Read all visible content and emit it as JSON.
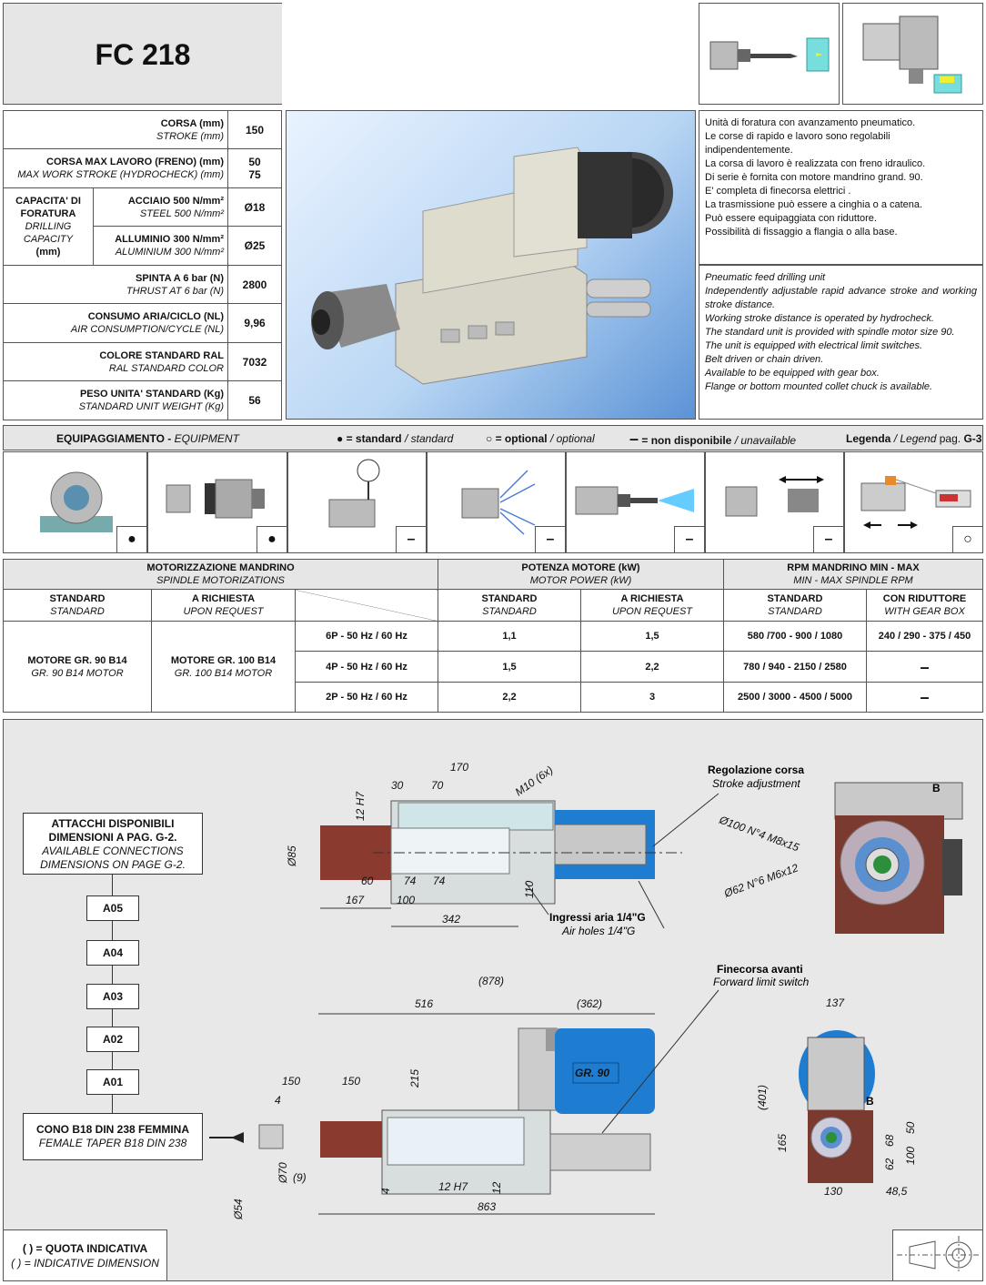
{
  "header": {
    "title": "FC 218"
  },
  "specs": {
    "stroke": {
      "it": "CORSA (mm)",
      "en": "STROKE (mm)",
      "value": "150"
    },
    "max_work": {
      "it": "CORSA MAX LAVORO (FRENO) (mm)",
      "en": "MAX WORK STROKE (HYDROCHECK) (mm)",
      "v1": "50",
      "v2": "75"
    },
    "capacity": {
      "it1": "CAPACITA' DI",
      "it2": "FORATURA",
      "en1": "DRILLING",
      "en2": "CAPACITY",
      "unit": "(mm)",
      "steel_it": "ACCIAIO 500 N/mm²",
      "steel_en": "STEEL 500 N/mm²",
      "steel_val": "Ø18",
      "alu_it": "ALLUMINIO 300 N/mm²",
      "alu_en": "ALUMINIUM 300 N/mm²",
      "alu_val": "Ø25"
    },
    "thrust": {
      "it": "SPINTA A 6 bar (N)",
      "en": "THRUST AT 6 bar (N)",
      "value": "2800"
    },
    "air": {
      "it": "CONSUMO ARIA/CICLO (NL)",
      "en": "AIR CONSUMPTION/CYCLE (NL)",
      "value": "9,96"
    },
    "color": {
      "it": "COLORE STANDARD RAL",
      "en": "RAL STANDARD COLOR",
      "value": "7032"
    },
    "weight": {
      "it": "PESO UNITA' STANDARD (Kg)",
      "en": "STANDARD UNIT WEIGHT (Kg)",
      "value": "56"
    }
  },
  "desc_it": [
    "Unità di foratura con avanzamento pneumatico.",
    "Le corse di rapido e lavoro sono regolabili indipendentemente.",
    "La corsa di lavoro è realizzata con freno idraulico.",
    "Di serie è fornita con motore mandrino grand. 90.",
    "E' completa di finecorsa elettrici .",
    "La trasmissione può essere a cinghia o a catena.",
    "Può essere equipaggiata con riduttore.",
    "Possibilità di fissaggio a flangia o alla base."
  ],
  "desc_en": [
    "Pneumatic feed drilling unit",
    "Independently adjustable rapid advance stroke and working stroke distance.",
    "Working stroke distance is operated by hydrocheck.",
    "The standard unit is provided with spindle motor size 90.",
    "The unit is equipped with electrical limit switches.",
    "Belt driven or chain driven.",
    "Available to be equipped with gear box.",
    "Flange or bottom mounted collet chuck is available."
  ],
  "equipment": {
    "title_it": "EQUIPAGGIAMENTO",
    "title_sep": " - ",
    "title_en": "EQUIPMENT",
    "legend_std_bullet": "●",
    "legend_std_eq": "= standard",
    "legend_std_en": "/ standard",
    "legend_opt_bullet": "○",
    "legend_opt_eq": "= optional",
    "legend_opt_en": "/ optional",
    "legend_na_eq": "= non disponibile",
    "legend_na_en": "/ unavailable",
    "legenda_it": "Legenda",
    "legenda_en": "/ Legend",
    "legenda_page": "pag.",
    "legenda_ref": "G-3",
    "symbols": [
      "●",
      "●",
      "–",
      "–",
      "–",
      "–",
      "○"
    ]
  },
  "motor": {
    "h1_it": "MOTORIZZAZIONE MANDRINO",
    "h1_en": "SPINDLE MOTORIZATIONS",
    "h2_it": "POTENZA MOTORE (kW)",
    "h2_en": "MOTOR POWER (kW)",
    "h3_it": "RPM MANDRINO MIN - MAX",
    "h3_en": "MIN - MAX SPINDLE RPM",
    "std_it": "STANDARD",
    "std_en": "STANDARD",
    "req_it": "A RICHIESTA",
    "req_en": "UPON REQUEST",
    "gear_it": "CON RIDUTTORE",
    "gear_en": "WITH GEAR BOX",
    "m_std_it": "MOTORE  GR. 90  B14",
    "m_std_en": "GR. 90  B14  MOTOR",
    "m_req_it": "MOTORE  GR. 100  B14",
    "m_req_en": "GR. 100  B14  MOTOR",
    "rows": [
      {
        "poles": "6P - 50 Hz / 60 Hz",
        "p_std": "1,1",
        "p_req": "1,5",
        "rpm_std": "580 /700 - 900 / 1080",
        "rpm_gear": "240 / 290 - 375 / 450"
      },
      {
        "poles": "4P - 50 Hz / 60 Hz",
        "p_std": "1,5",
        "p_req": "2,2",
        "rpm_std": "780 / 940 - 2150 / 2580",
        "rpm_gear": "–"
      },
      {
        "poles": "2P - 50 Hz / 60 Hz",
        "p_std": "2,2",
        "p_req": "3",
        "rpm_std": "2500 / 3000 - 4500 / 5000",
        "rpm_gear": "–"
      }
    ]
  },
  "drawing": {
    "attach_it1": "ATTACCHI DISPONIBILI",
    "attach_it2": "DIMENSIONI A PAG. G-2.",
    "attach_en1": "AVAILABLE CONNECTIONS",
    "attach_en2": "DIMENSIONS ON PAGE G-2.",
    "connections": [
      "A05",
      "A04",
      "A03",
      "A02",
      "A01"
    ],
    "taper_it": "CONO B18 DIN 238 FEMMINA",
    "taper_en": "FEMALE TAPER B18 DIN 238",
    "stroke_adj_it": "Regolazione corsa",
    "stroke_adj_en": "Stroke adjustment",
    "air_it": "Ingressi aria 1/4\"G",
    "air_en": "Air holes 1/4\"G",
    "limit_it": "Finecorsa avanti",
    "limit_en": "Forward limit switch",
    "motor_label": "GR. 90",
    "view_b": "B",
    "d170": "170",
    "d30": "30",
    "d70": "70",
    "m10": "M10 (6x)",
    "d12h7": "12 H7",
    "d85": "Ø85",
    "d60": "60",
    "d74a": "74",
    "d74b": "74",
    "d167": "167",
    "d100": "100",
    "d342": "342",
    "d110": "110",
    "d100n": "Ø100 N°4 M8x15",
    "d62n": "Ø62 N°6 M6x12",
    "d878": "(878)",
    "d516": "516",
    "d362": "(362)",
    "d215": "215",
    "d150a": "150",
    "d150b": "150",
    "d4": "4",
    "d70b": "Ø70",
    "d9": "(9)",
    "d54": "Ø54",
    "d4b": "4",
    "d12h7b": "12 H7",
    "d12": "12",
    "d863": "863",
    "d137": "137",
    "d401": "(401)",
    "d165": "165",
    "d68": "68",
    "d50": "50",
    "d62": "62",
    "d100b": "100",
    "d130": "130",
    "d485": "48,5"
  },
  "footer": {
    "it": "( ) = QUOTA INDICATIVA",
    "en": "( ) = INDICATIVE DIMENSION"
  }
}
